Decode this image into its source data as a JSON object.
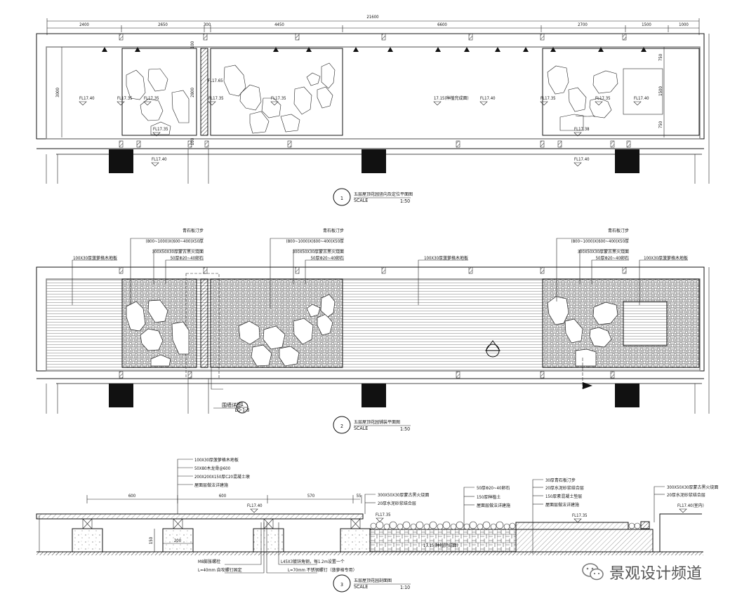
{
  "plan1": {
    "dims_total": "21600",
    "dims": [
      "2400",
      "2650",
      "300",
      "4450",
      "6600",
      "2700",
      "1500",
      "1000"
    ],
    "inner_dims": {
      "h3000": "3000",
      "h2800": "2800",
      "d100a": "100",
      "d100b": "100",
      "d750a": "750",
      "d1500": "1500",
      "d750b": "750"
    },
    "levels": [
      "FL17.40",
      "FL17.35",
      "FL17.35",
      "FL17.35",
      "FL17.65",
      "FL17.35",
      "FL17.35",
      "17.15(种植完成面)",
      "FL17.40",
      "FL17.35",
      "FL17.35",
      "FL17.40",
      "FL17.38",
      "FL17.40",
      "FL17.40"
    ],
    "number": "1",
    "title": "五层屋顶花园竖向及定位平面图",
    "scale_label": "SCALE",
    "scale": "1:50"
  },
  "plan2": {
    "callouts": {
      "stone_step": "青石板汀步",
      "stone_size": "(800~1000)X(600~400)X50厚",
      "granite": "300X50X30厚蒙古黑火烧面",
      "pebble": "50厚Φ20~40卵石",
      "deck": "100X30厚菠萝格木地板"
    },
    "detail_label": "围墙详图",
    "detail_num": "1",
    "detail_ref": "LD-1-3",
    "number": "2",
    "title": "五层屋顶花园铺装平面图",
    "scale_label": "SCALE",
    "scale": "1:50"
  },
  "section": {
    "deck_callouts": [
      "100X30厚菠萝格木地板",
      "50X80木龙骨@600",
      "200X200X150厚C20混凝土墩",
      "屋面层做法详建施"
    ],
    "dims": [
      "600",
      "600",
      "570",
      "55"
    ],
    "level_deck": "FL17.40",
    "granite_callouts": [
      "300X50X30厚蒙古黑火烧面",
      "20厚水泥砂浆结合层"
    ],
    "level_gravel": "FL17.35",
    "planting_callouts": [
      "50厚Φ20~40卵石",
      "150厚种植土",
      "屋面层做法详建施"
    ],
    "planting_level": "17.15(种植完成面)",
    "step_callouts": [
      "30厚青石板汀步",
      "20厚水泥砂浆结合层",
      "150厚素混凝土垫层",
      "屋面层做法详建施"
    ],
    "level_step": "FL17.35",
    "right_callouts": [
      "300X50X30厚蒙古黑火烧面",
      "20厚水泥砂浆结合层"
    ],
    "level_indoor": "FL17.40(室内)",
    "pier_h": "150",
    "pier_w": "200",
    "bolt_callouts": [
      "M8膨胀螺栓",
      "L=40mm 自攻螺钉固定"
    ],
    "angle_callouts": [
      "L45X3镀锌角钢，每1.2m设置一个",
      "L=70mm 不锈钢螺钉（菠萝格专用）"
    ],
    "number": "3",
    "title": "五层屋顶花园剖面图",
    "scale_label": "SCALE",
    "scale": "1:10"
  },
  "watermark": "景观设计频道"
}
